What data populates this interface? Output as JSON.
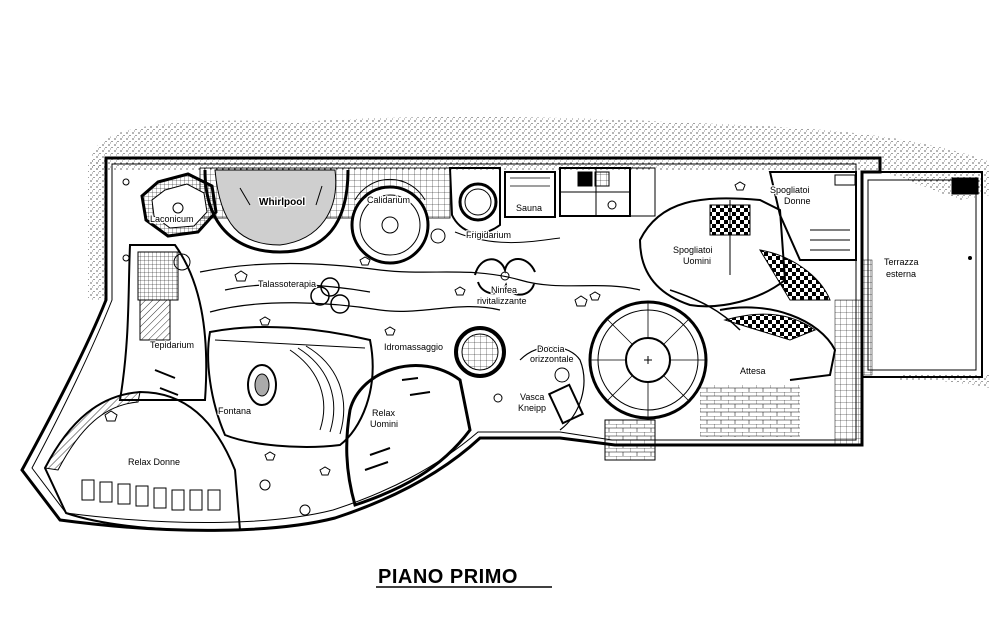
{
  "title": "PIANO PRIMO",
  "rooms": {
    "laconicum": "Laconicum",
    "whirlpool": "Whirlpool",
    "calidarium": "Calidarium",
    "sauna": "Sauna",
    "frigidarium": "Frigidarium",
    "talassoterapia": "Talassoterapia",
    "ninfea_1": "Ninfea",
    "ninfea_2": "rivitalizzante",
    "tepidarium": "Tepidarium",
    "idromassaggio": "Idromassaggio",
    "doccia_1": "Doccia",
    "doccia_2": "orizzontale",
    "fontana": "Fontana",
    "relax_uomini_1": "Relax",
    "relax_uomini_2": "Uomini",
    "vasca_1": "Vasca",
    "vasca_2": "Kneipp",
    "relax_donne": "Relax Donne",
    "spogliatoi_uomini_1": "Spogliatoi",
    "spogliatoi_uomini_2": "Uomini",
    "spogliatoi_donne_1": "Spogliatoi",
    "spogliatoi_donne_2": "Donne",
    "attesa": "Attesa",
    "terrazza_1": "Terrazza",
    "terrazza_2": "esterna"
  }
}
